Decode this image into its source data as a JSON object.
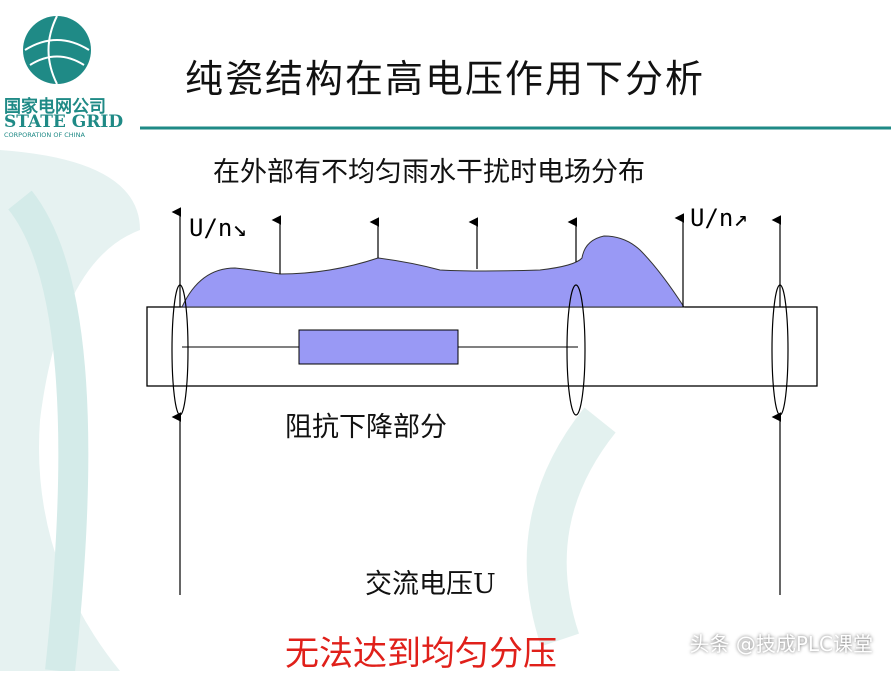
{
  "logo": {
    "name_cn": "国家电网公司",
    "name_en": "STATE GRID",
    "sub_en": "CORPORATION OF CHINA"
  },
  "title": "纯瓷结构在高电压作用下分析",
  "subtitle": "在外部有不均匀雨水干扰时电场分布",
  "labels": {
    "left": "U/n↘",
    "right": "U/n↗"
  },
  "impedance_label": "阻抗下降部分",
  "ac_label": "交流电压U",
  "conclusion": "无法达到均匀分压",
  "watermark": "头条 @技成PLC课堂",
  "colors": {
    "accent": "#1f8a86",
    "fill": "#9999f5",
    "conclusion": "#e0201a"
  }
}
